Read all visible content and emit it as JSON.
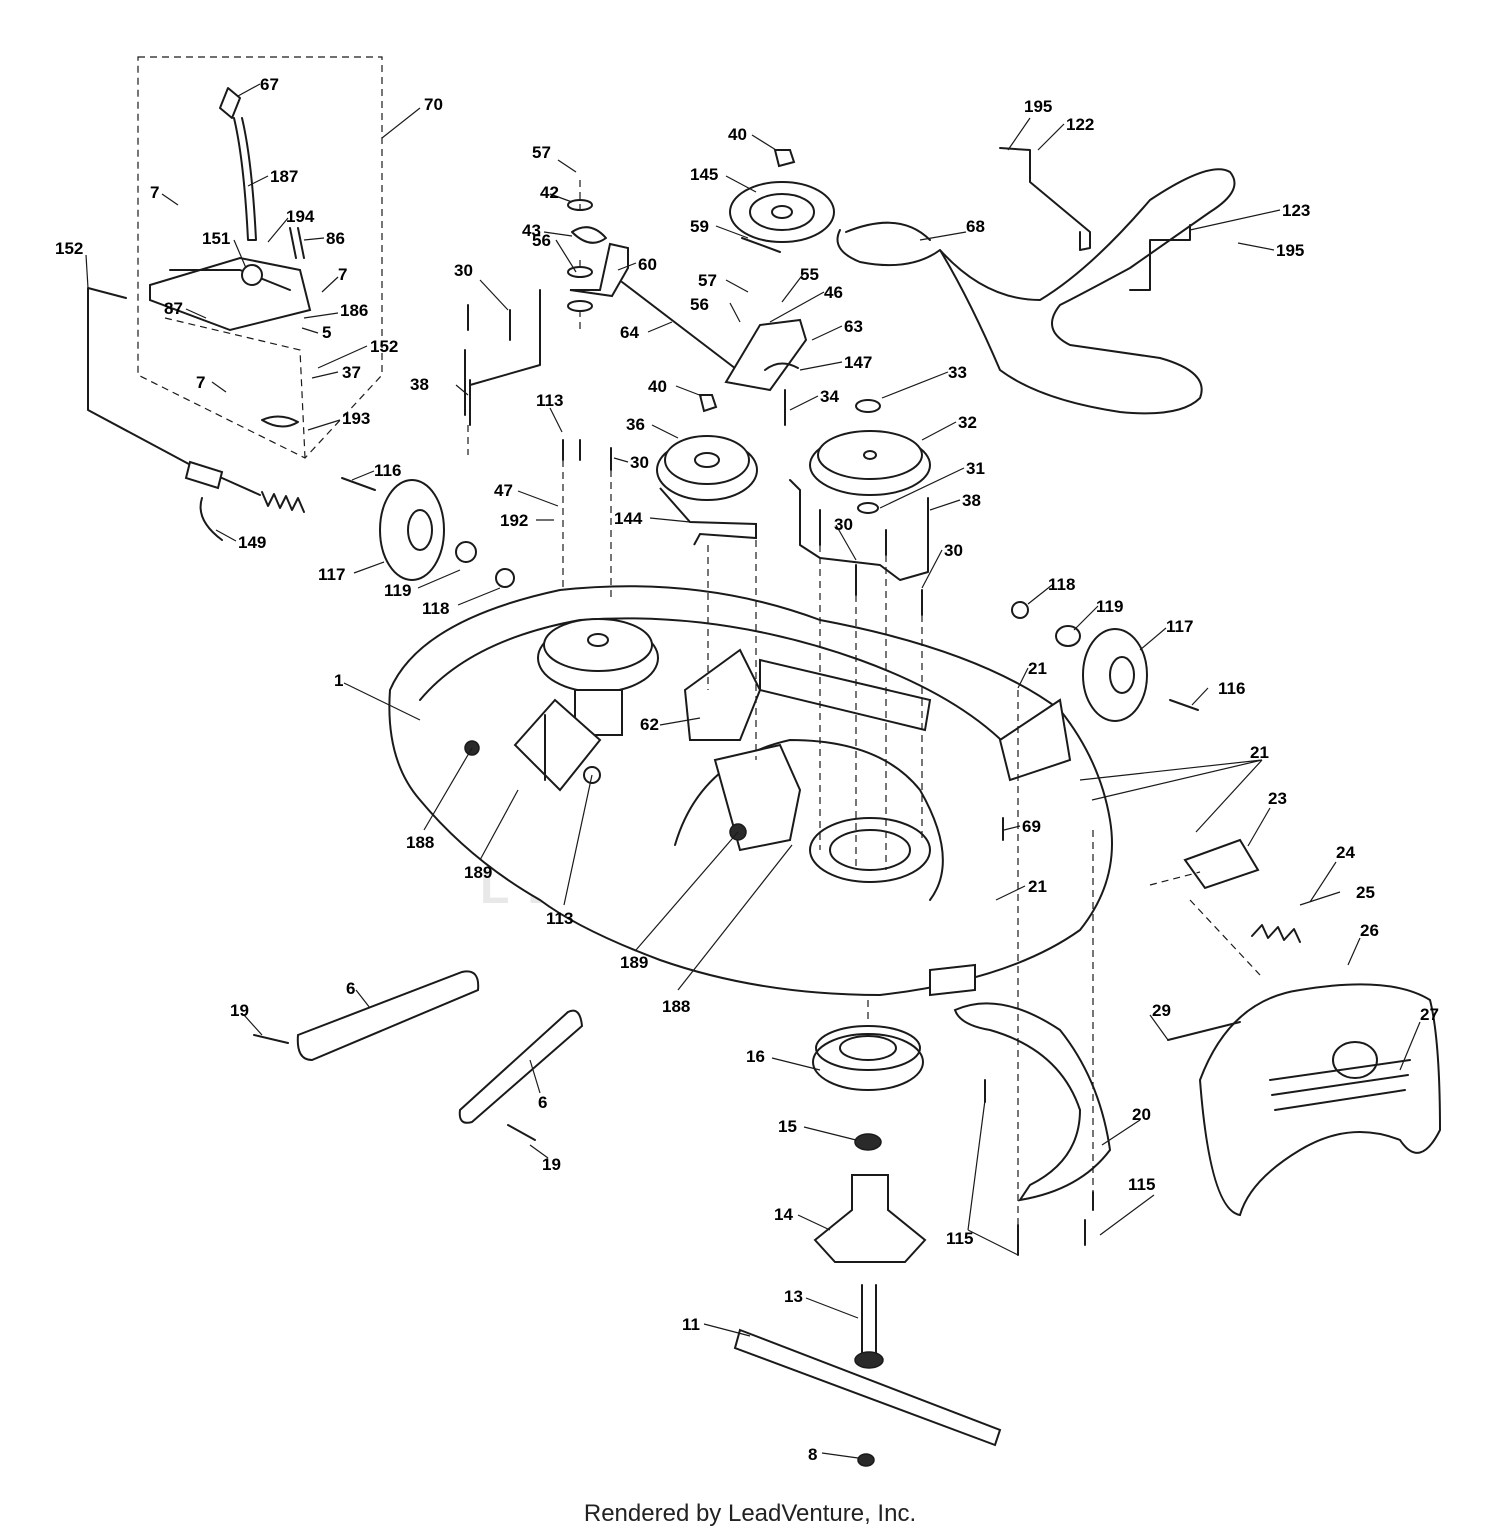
{
  "footer_text": "Rendered by LeadVenture, Inc.",
  "watermark_text": "LEADVENTURE",
  "part_labels": {
    "p1": "1",
    "p5": "5",
    "p6a": "6",
    "p6b": "6",
    "p7a": "7",
    "p7b": "7",
    "p7c": "7",
    "p8": "8",
    "p11": "11",
    "p13": "13",
    "p14": "14",
    "p15": "15",
    "p16": "16",
    "p19a": "19",
    "p19b": "19",
    "p20": "20",
    "p21a": "21",
    "p21b": "21",
    "p21c": "21",
    "p23": "23",
    "p24": "24",
    "p25": "25",
    "p26": "26",
    "p27": "27",
    "p29": "29",
    "p30a": "30",
    "p30b": "30",
    "p30c": "30",
    "p30d": "30",
    "p31": "31",
    "p32": "32",
    "p33": "33",
    "p34": "34",
    "p36": "36",
    "p37": "37",
    "p38a": "38",
    "p38b": "38",
    "p40a": "40",
    "p40b": "40",
    "p42": "42",
    "p43": "43",
    "p46": "46",
    "p47": "47",
    "p55": "55",
    "p56a": "56",
    "p56b": "56",
    "p57a": "57",
    "p57b": "57",
    "p59": "59",
    "p60": "60",
    "p62": "62",
    "p63": "63",
    "p64": "64",
    "p67": "67",
    "p68": "68",
    "p69": "69",
    "p70": "70",
    "p86": "86",
    "p87": "87",
    "p113a": "113",
    "p113b": "113",
    "p115a": "115",
    "p115b": "115",
    "p116a": "116",
    "p116b": "116",
    "p117a": "117",
    "p117b": "117",
    "p118a": "118",
    "p118b": "118",
    "p119a": "119",
    "p119b": "119",
    "p122": "122",
    "p123": "123",
    "p144": "144",
    "p145": "145",
    "p147": "147",
    "p149": "149",
    "p151": "151",
    "p152a": "152",
    "p152b": "152",
    "p186": "186",
    "p187": "187",
    "p188a": "188",
    "p188b": "188",
    "p189a": "189",
    "p189b": "189",
    "p192": "192",
    "p193": "193",
    "p194": "194",
    "p195a": "195",
    "p195b": "195"
  }
}
